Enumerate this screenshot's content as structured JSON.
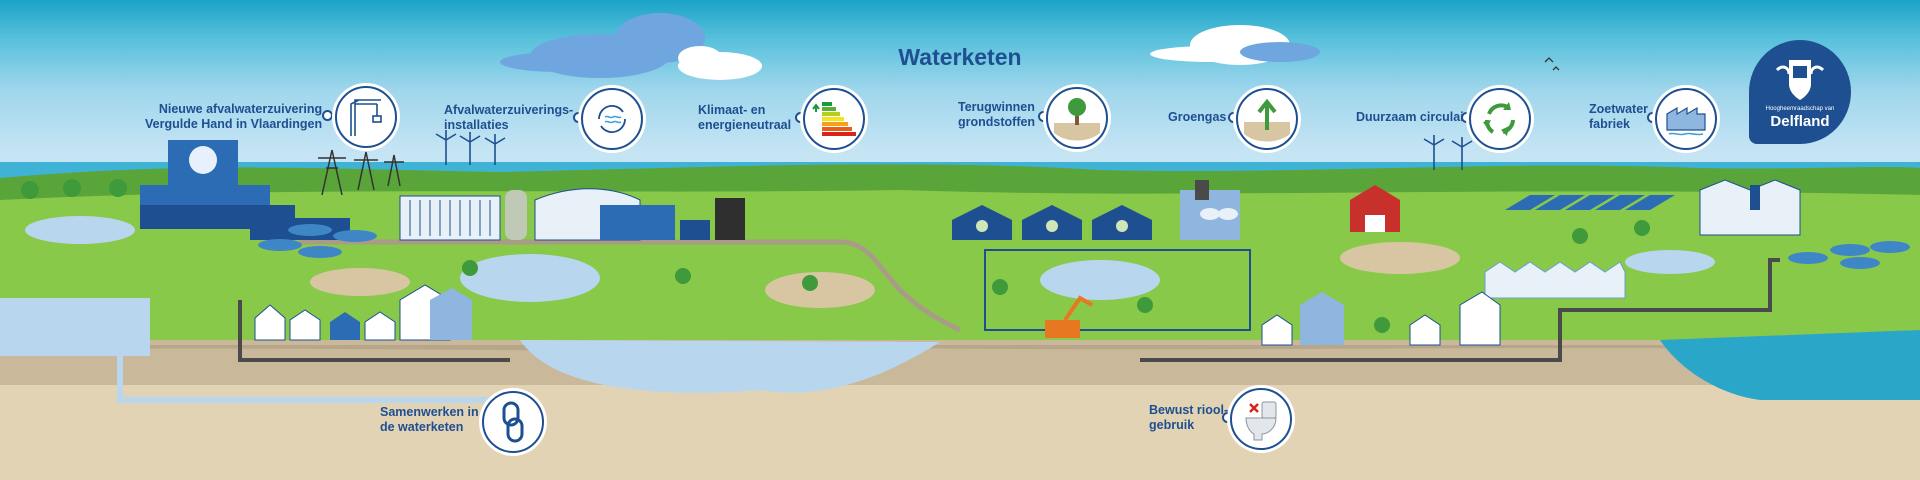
{
  "title": "Waterketen",
  "logo": {
    "subtitle": "Hoogheemraadschap van",
    "name": "Delfland"
  },
  "labels": {
    "afvalwater": [
      "Nieuwe afvalwaterzuivering",
      "Vergulde Hand in Vlaardingen"
    ],
    "installaties": [
      "Afvalwaterzuiverings-",
      "installaties"
    ],
    "klimaat": [
      "Klimaat- en",
      "energieneutraal"
    ],
    "terugwinnen": [
      "Terugwinnen",
      "grondstoffen"
    ],
    "groengas": [
      "Groengas"
    ],
    "circulair": [
      "Duurzaam circulair"
    ],
    "zoetwater": [
      "Zoetwater",
      "fabriek"
    ],
    "samenwerken": [
      "Samenwerken in",
      "de waterketen"
    ],
    "riool": [
      "Bewust riool-",
      "gebruik"
    ]
  },
  "icons": {
    "afvalwater": "crane-icon",
    "installaties": "water-cycle-icon",
    "klimaat": "energy-label-icon",
    "terugwinnen": "tree-resource-icon",
    "groengas": "gas-arrow-icon",
    "circulair": "recycle-icon",
    "zoetwater": "factory-icon",
    "samenwerken": "chain-link-icon",
    "riool": "toilet-icon",
    "logo": "delfland-crest-icon"
  },
  "colors": {
    "brand_blue": "#1d4f91",
    "grass": "#7cc242",
    "water": "#a9cfee",
    "sea": "#2aa6c8",
    "soil": "#c9b89a"
  }
}
